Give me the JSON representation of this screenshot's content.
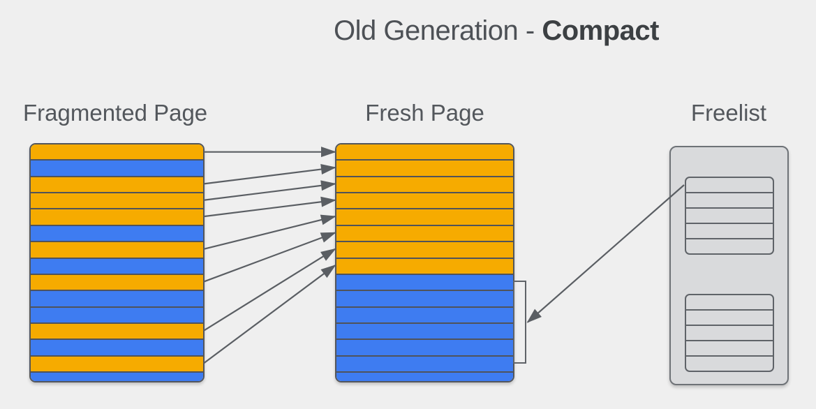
{
  "title": {
    "prefix": "Old Generation - ",
    "emphasis": "Compact"
  },
  "colors": {
    "background": "#EFEFEF",
    "live_object": "#F6AB00",
    "free_space": "#3E7CF1",
    "outline": "#53565B",
    "arrow": "#5A5E63",
    "title_text": "#4D5156",
    "label_text": "#53575C",
    "freelist_fill": "#D9DADC",
    "freelist_border": "#6E7277"
  },
  "fragmented_page": {
    "label": "Fragmented Page",
    "rows": [
      "live",
      "free",
      "live",
      "live",
      "live",
      "free",
      "live",
      "free",
      "live",
      "free",
      "free",
      "live",
      "free",
      "live",
      "free"
    ]
  },
  "fresh_page": {
    "label": "Fresh Page",
    "rows": [
      "live",
      "live",
      "live",
      "live",
      "live",
      "live",
      "live",
      "live",
      "free",
      "free",
      "free",
      "free",
      "free",
      "free",
      "free"
    ]
  },
  "freelist": {
    "label": "Freelist",
    "entries": [
      {
        "slots": 5
      },
      {
        "slots": 5
      }
    ]
  },
  "arrows": {
    "moves": [
      {
        "from_row": 0,
        "to_row": 0
      },
      {
        "from_row": 2,
        "to_row": 1
      },
      {
        "from_row": 3,
        "to_row": 2
      },
      {
        "from_row": 4,
        "to_row": 3
      },
      {
        "from_row": 6,
        "to_row": 4
      },
      {
        "from_row": 8,
        "to_row": 5
      },
      {
        "from_row": 11,
        "to_row": 6
      },
      {
        "from_row": 13,
        "to_row": 7
      }
    ],
    "freelist_link": {
      "from": "freelist-entry-0",
      "to": "fresh-page-free-region-bracket"
    }
  }
}
